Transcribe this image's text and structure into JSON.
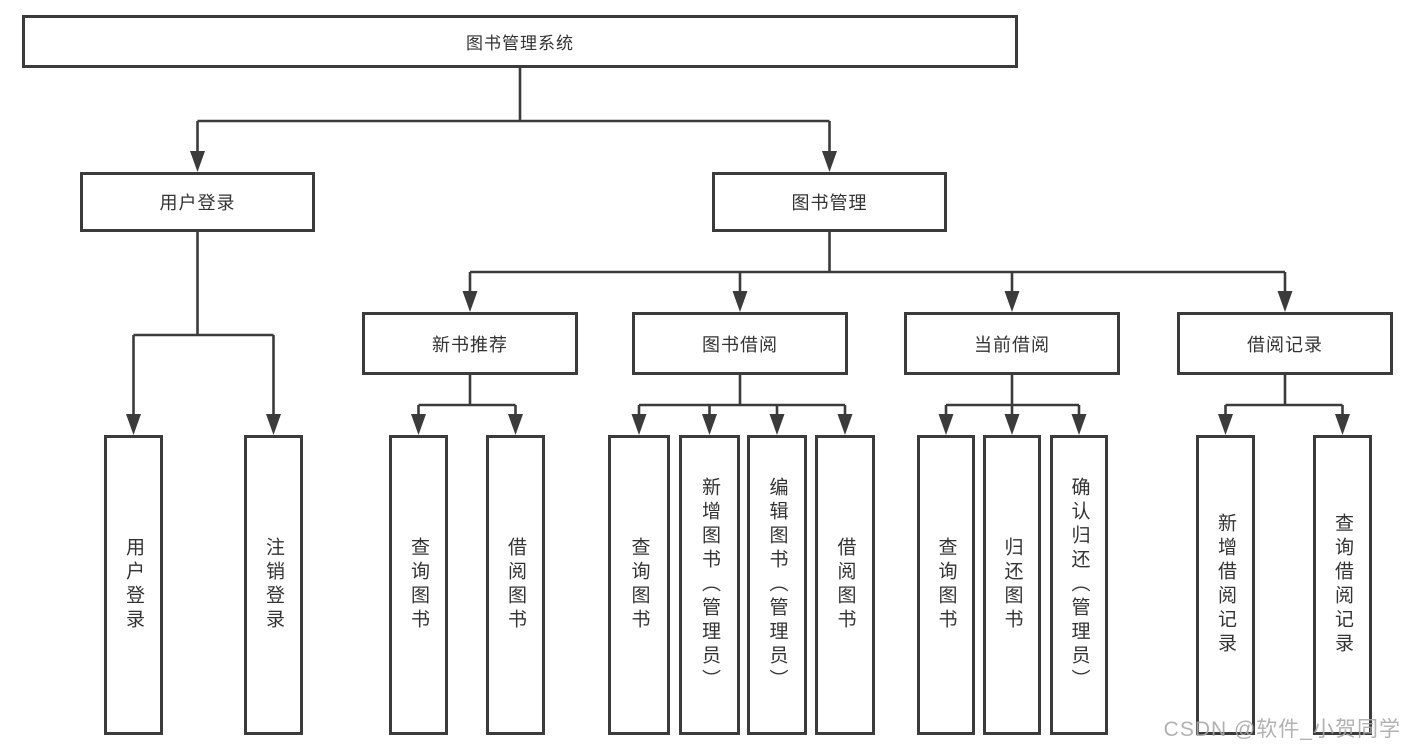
{
  "diagram": {
    "type": "hierarchy-tree",
    "title": "图书管理系统",
    "colors": {
      "border": "#3b3b3b",
      "connector": "#3b3b3b",
      "text": "#333333",
      "background": "#ffffff",
      "watermark": "#a8a8a8"
    }
  },
  "nodes": {
    "root": {
      "label": "图书管理系统"
    },
    "user_login": {
      "label": "用户登录"
    },
    "book_management": {
      "label": "图书管理"
    },
    "new_book_recommend": {
      "label": "新书推荐"
    },
    "book_borrow": {
      "label": "图书借阅"
    },
    "current_borrow": {
      "label": "当前借阅"
    },
    "borrow_record": {
      "label": "借阅记录"
    },
    "leaf_user_login": {
      "label": "用户登录"
    },
    "leaf_logout": {
      "label": "注销登录"
    },
    "leaf_query_book_1": {
      "label": "查询图书"
    },
    "leaf_borrow_book_1": {
      "label": "借阅图书"
    },
    "leaf_query_book_2": {
      "label": "查询图书"
    },
    "leaf_add_book": {
      "label": "新增图书（管理员）"
    },
    "leaf_edit_book": {
      "label": "编辑图书（管理员）"
    },
    "leaf_borrow_book_2": {
      "label": "借阅图书"
    },
    "leaf_query_book_3": {
      "label": "查询图书"
    },
    "leaf_return_book": {
      "label": "归还图书"
    },
    "leaf_confirm_return": {
      "label": "确认归还（管理员）"
    },
    "leaf_add_borrow_record": {
      "label": "新增借阅记录"
    },
    "leaf_query_borrow_record": {
      "label": "查询借阅记录"
    }
  },
  "hierarchy": {
    "图书管理系统": {
      "用户登录": [
        "用户登录",
        "注销登录"
      ],
      "图书管理": {
        "新书推荐": [
          "查询图书",
          "借阅图书"
        ],
        "图书借阅": [
          "查询图书",
          "新增图书（管理员）",
          "编辑图书（管理员）",
          "借阅图书"
        ],
        "当前借阅": [
          "查询图书",
          "归还图书",
          "确认归还（管理员）"
        ],
        "借阅记录": [
          "新增借阅记录",
          "查询借阅记录"
        ]
      }
    }
  },
  "watermark": {
    "text": "CSDN @软件_小贺同学"
  }
}
